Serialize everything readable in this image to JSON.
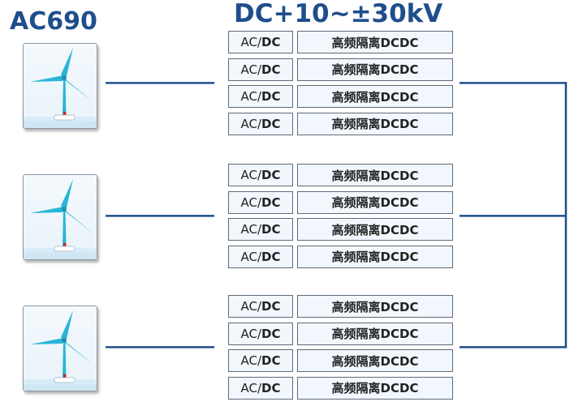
{
  "ac_label": "AC690",
  "dc_label": "DC+10~±30kV",
  "converter": {
    "rectifier_prefix": "AC/",
    "rectifier_suffix": "DC",
    "isolated_dcdc": "高频隔离DCDC"
  },
  "groups": [
    {
      "turbine": "wind-turbine-1",
      "rows": 4
    },
    {
      "turbine": "wind-turbine-2",
      "rows": 4
    },
    {
      "turbine": "wind-turbine-3",
      "rows": 4
    }
  ],
  "colors": {
    "title": "#1f4e8c",
    "line": "#1f4e8c",
    "blade": "#29b6d6",
    "cell_fill": "#f1f7fc",
    "cell_border": "#5e6a7a",
    "nacelle_base": "#c62828"
  },
  "icons": {
    "turbine": "wind-turbine-icon"
  }
}
